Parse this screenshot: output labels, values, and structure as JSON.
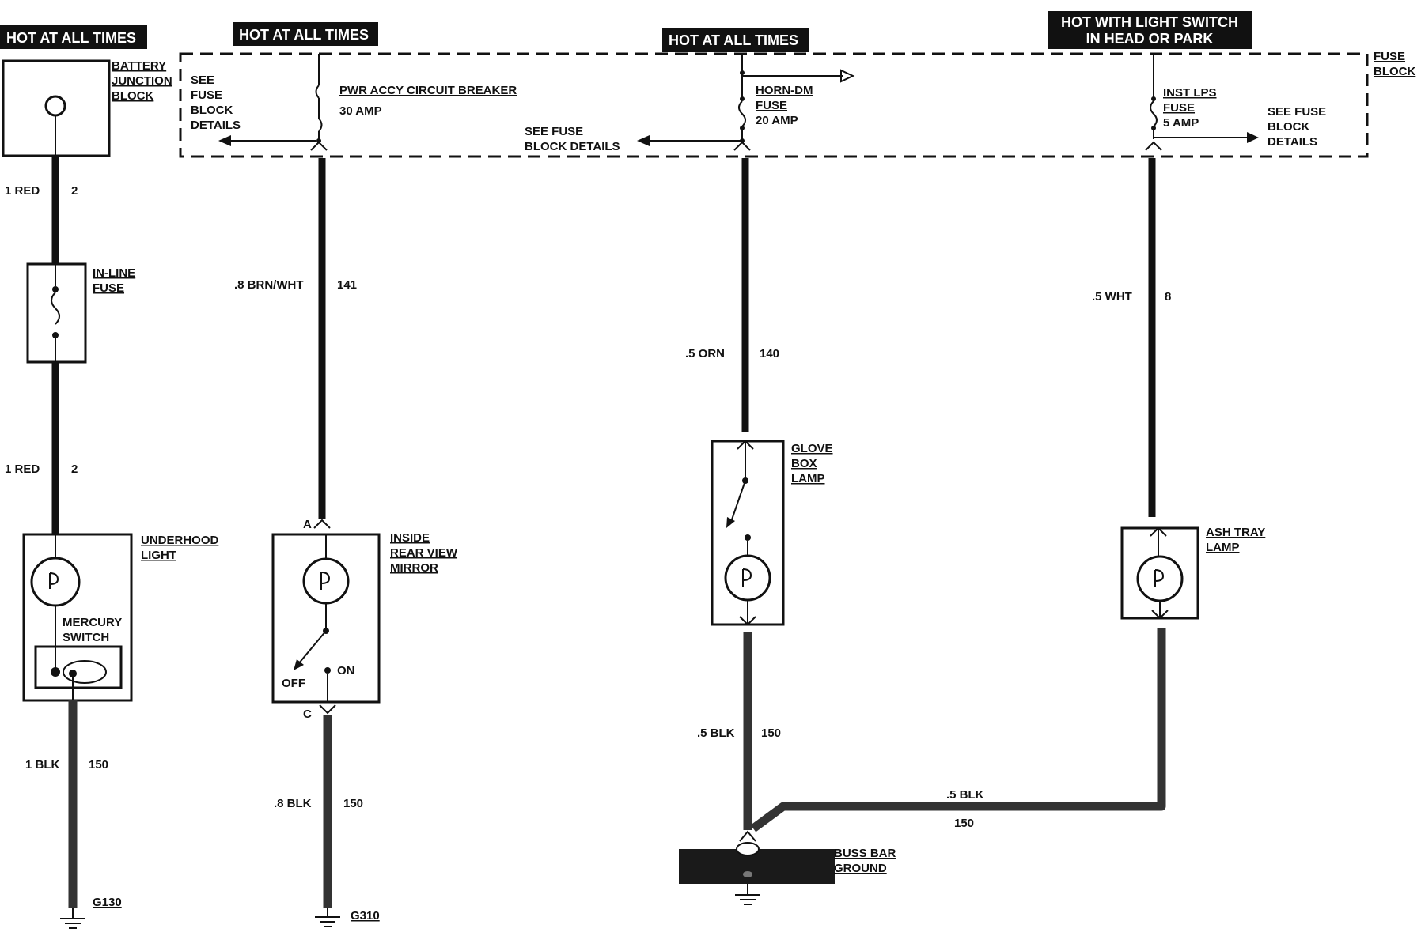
{
  "headers": {
    "h1": "HOT AT ALL TIMES",
    "h2": "HOT AT ALL TIMES",
    "h3": "HOT AT ALL TIMES",
    "h4_line1": "HOT WITH LIGHT SWITCH",
    "h4_line2": "IN HEAD OR PARK"
  },
  "fuse_block": {
    "line1": "FUSE",
    "line2": "BLOCK"
  },
  "battery_block": {
    "line1": "BATTERY",
    "line2": "JUNCTION",
    "line3": "BLOCK"
  },
  "see_fuse_left": {
    "line1": "SEE",
    "line2": "FUSE",
    "line3": "BLOCK",
    "line4": "DETAILS"
  },
  "breaker": {
    "name": "PWR ACCY CIRCUIT BREAKER",
    "rating": "30 AMP"
  },
  "see_fuse_mid": {
    "line1": "SEE FUSE",
    "line2": "BLOCK DETAILS"
  },
  "horn_fuse": {
    "line1": "HORN-DM",
    "line2": "FUSE",
    "rating": "20 AMP"
  },
  "inst_fuse": {
    "line1": "INST LPS",
    "line2": "FUSE",
    "rating": "5 AMP"
  },
  "see_fuse_right": {
    "line1": "SEE FUSE",
    "line2": "BLOCK",
    "line3": "DETAILS"
  },
  "wires": {
    "w1_top": {
      "color": "1 RED",
      "circuit": "2"
    },
    "w1_mid": {
      "color": "1 RED",
      "circuit": "2"
    },
    "w1_bot": {
      "color": "1 BLK",
      "circuit": "150"
    },
    "w2_top": {
      "color": ".8 BRN/WHT",
      "circuit": "141"
    },
    "w2_bot": {
      "color": ".8 BLK",
      "circuit": "150"
    },
    "w3_top": {
      "color": ".5 ORN",
      "circuit": "140"
    },
    "w3_bot": {
      "color": ".5 BLK",
      "circuit": "150"
    },
    "w4_top": {
      "color": ".5 WHT",
      "circuit": "8"
    },
    "w4_bot": {
      "color": ".5 BLK",
      "circuit": "150"
    }
  },
  "inline_fuse": {
    "line1": "IN-LINE",
    "line2": "FUSE"
  },
  "underhood": {
    "line1": "UNDERHOOD",
    "line2": "LIGHT",
    "switch1": "MERCURY",
    "switch2": "SWITCH"
  },
  "mirror": {
    "line1": "INSIDE",
    "line2": "REAR VIEW",
    "line3": "MIRROR",
    "off": "OFF",
    "on": "ON",
    "pin_a": "A",
    "pin_c": "C"
  },
  "glove": {
    "line1": "GLOVE",
    "line2": "BOX",
    "line3": "LAMP"
  },
  "ashtray": {
    "line1": "ASH TRAY",
    "line2": "LAMP"
  },
  "grounds": {
    "g1": "G130",
    "g2": "G310",
    "buss1": "BUSS BAR",
    "buss2": "GROUND"
  }
}
